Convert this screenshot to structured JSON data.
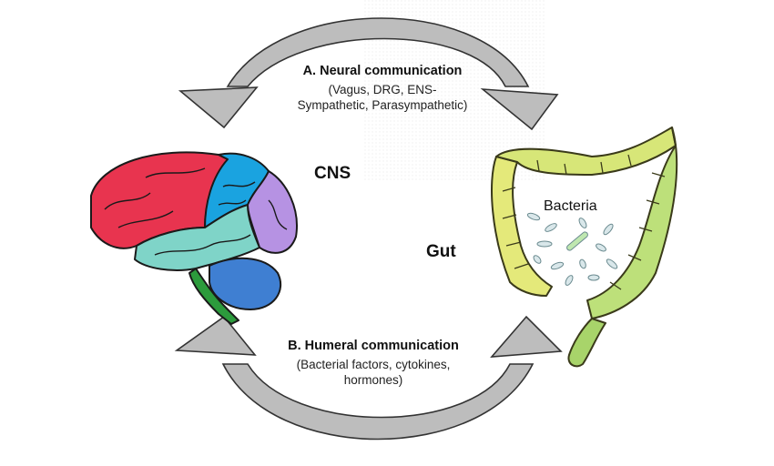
{
  "neural": {
    "title": "A. Neural communication",
    "line1": "(Vagus, DRG, ENS-",
    "line2": "Sympathetic, Parasympathetic)"
  },
  "humeral": {
    "title": "B. Humeral communication",
    "line1": "(Bacterial factors, cytokines,",
    "line2": "hormones)"
  },
  "labels": {
    "cns": "CNS",
    "gut": "Gut",
    "bacteria": "Bacteria"
  },
  "colors": {
    "arrow_fill": "#bdbdbd",
    "frontal": "#e8344f",
    "parietal": "#1aa3e0",
    "occipital": "#b692e3",
    "temporal": "#7fd4c8",
    "cerebellum": "#3f7fd2",
    "brainstem": "#2c9b3c",
    "colon_yellow": "#e4e97a",
    "colon_green": "#bde07a"
  }
}
